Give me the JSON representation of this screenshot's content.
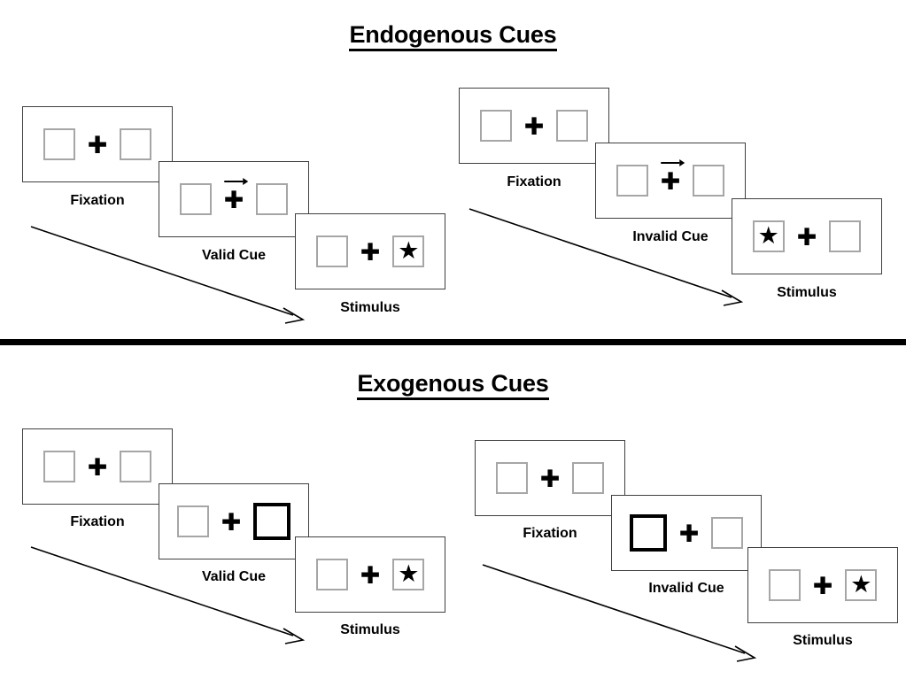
{
  "figure": {
    "background_color": "#ffffff",
    "line_color": "#3f3f3f",
    "box_color": "#a6a6a6",
    "accent_color": "#000000"
  },
  "sections": [
    {
      "id": "endogenous",
      "title": "Endogenous Cues",
      "sequences": [
        {
          "id": "endogenous-valid",
          "cue_type": "Valid Cue",
          "frames": [
            {
              "label": "Fixation",
              "cue": "none",
              "target_side": "none"
            },
            {
              "label": "Valid Cue",
              "cue": "arrow-right",
              "target_side": "none"
            },
            {
              "label": "Stimulus",
              "cue": "none",
              "target_side": "right"
            }
          ]
        },
        {
          "id": "endogenous-invalid",
          "cue_type": "Invalid Cue",
          "frames": [
            {
              "label": "Fixation",
              "cue": "none",
              "target_side": "none"
            },
            {
              "label": "Invalid Cue",
              "cue": "arrow-right",
              "target_side": "none"
            },
            {
              "label": "Stimulus",
              "cue": "none",
              "target_side": "left"
            }
          ]
        }
      ]
    },
    {
      "id": "exogenous",
      "title": "Exogenous Cues",
      "sequences": [
        {
          "id": "exogenous-valid",
          "cue_type": "Valid Cue",
          "frames": [
            {
              "label": "Fixation",
              "cue": "none",
              "target_side": "none"
            },
            {
              "label": "Valid Cue",
              "cue": "box-flash-right",
              "target_side": "none"
            },
            {
              "label": "Stimulus",
              "cue": "none",
              "target_side": "right"
            }
          ]
        },
        {
          "id": "exogenous-invalid",
          "cue_type": "Invalid Cue",
          "frames": [
            {
              "label": "Fixation",
              "cue": "none",
              "target_side": "none"
            },
            {
              "label": "Invalid Cue",
              "cue": "box-flash-left",
              "target_side": "none"
            },
            {
              "label": "Stimulus",
              "cue": "none",
              "target_side": "right"
            }
          ]
        }
      ]
    }
  ],
  "glyphs": {
    "cross": "✚",
    "star": "★",
    "cue_arrow": "arrow-right-icon"
  },
  "labels": {
    "fixation": "Fixation",
    "valid_cue": "Valid Cue",
    "invalid_cue": "Invalid Cue",
    "stimulus": "Stimulus"
  }
}
